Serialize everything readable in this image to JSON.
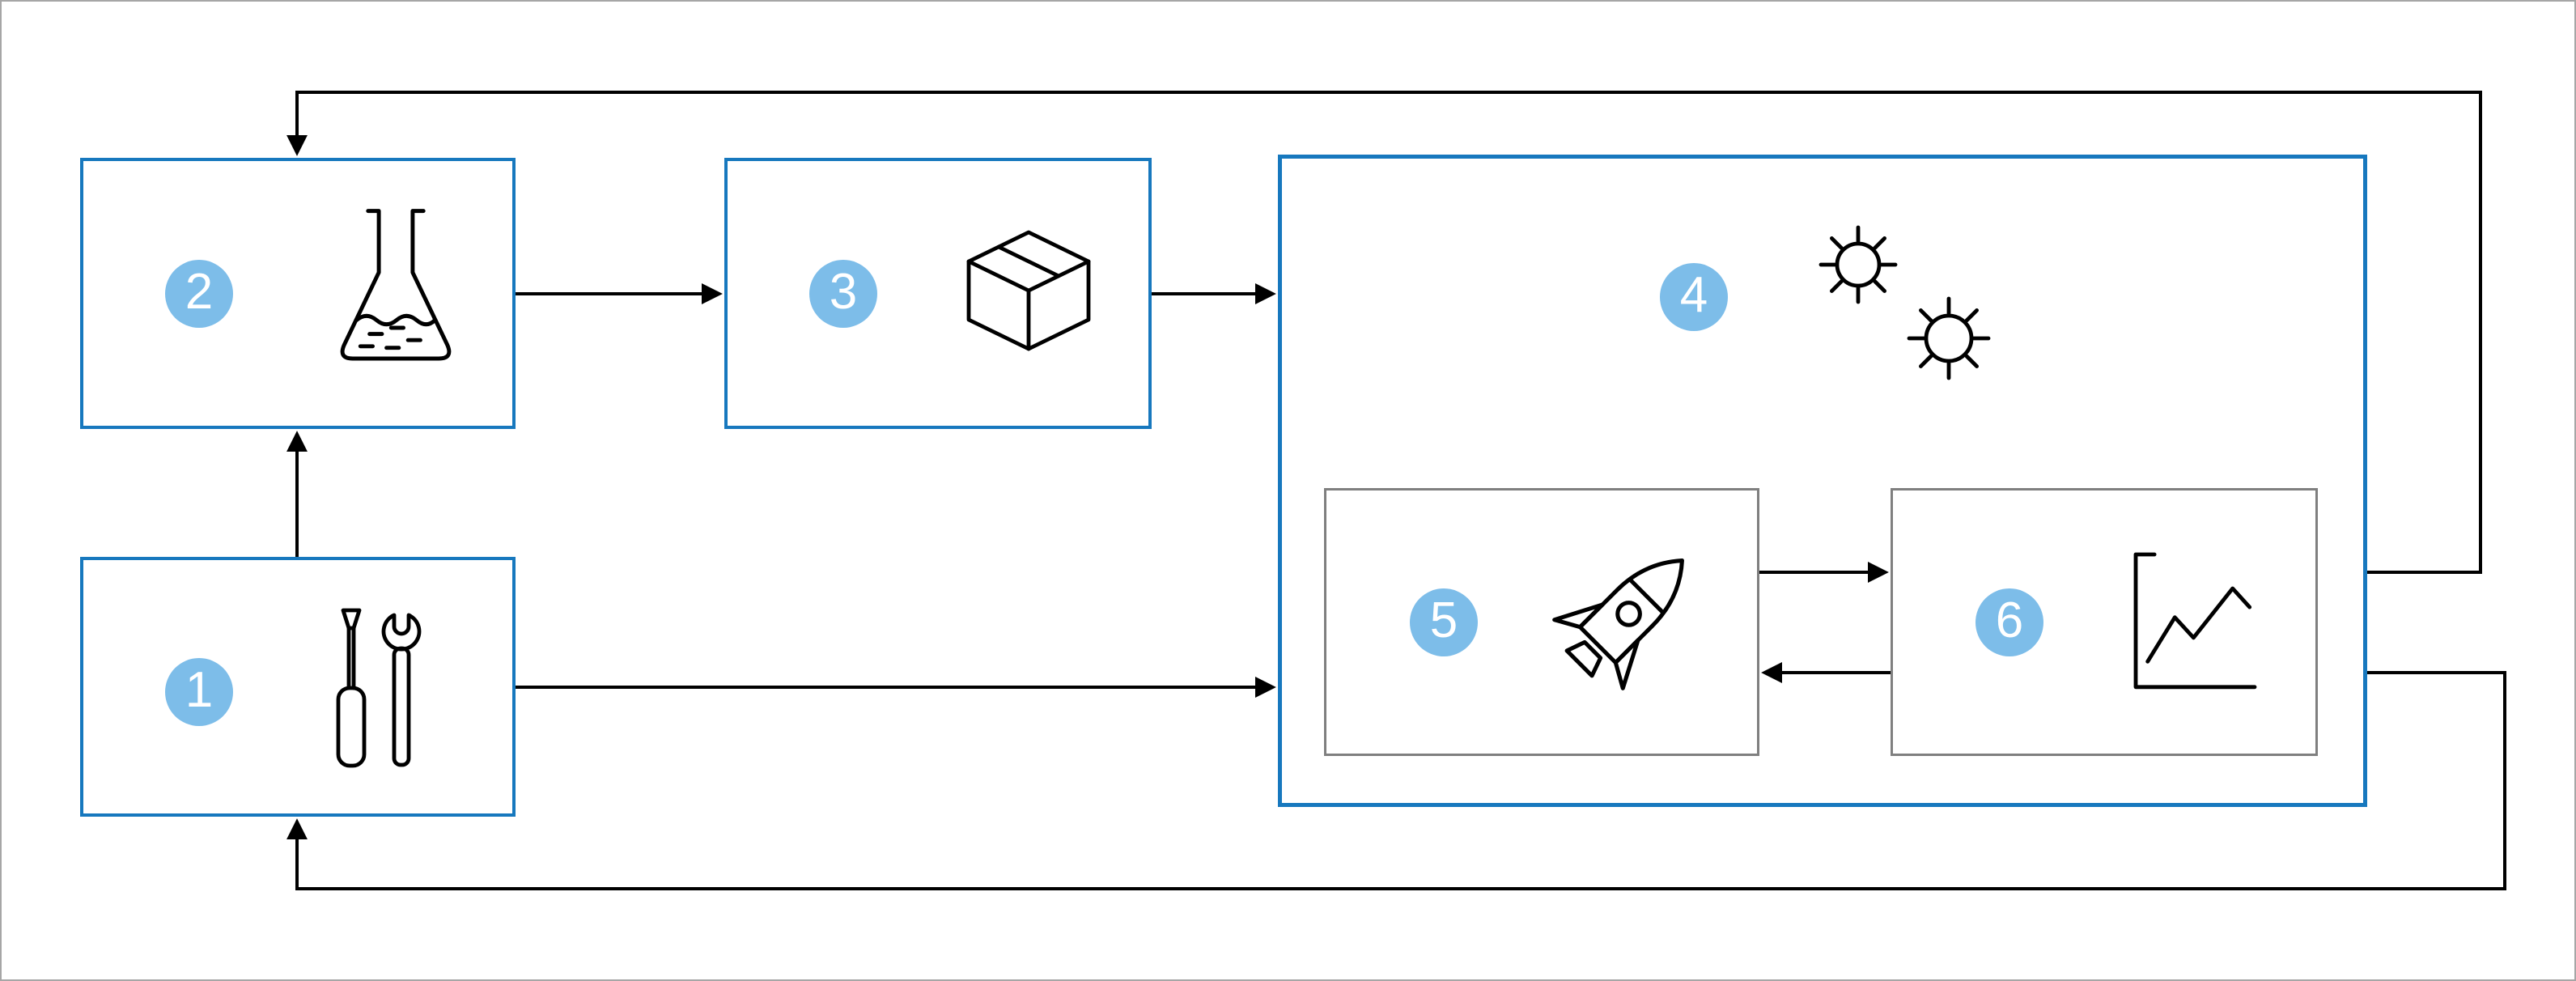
{
  "diagram": {
    "colors": {
      "background": "#ffffff",
      "frame": "#a6a6a6",
      "line": "#000000",
      "node_border": "#1778be",
      "inner_node_border": "#7f7f7f",
      "badge_fill": "#7dbde9",
      "badge_text": "#ffffff"
    },
    "nodes": [
      {
        "number": "1",
        "icon": "tools-icon"
      },
      {
        "number": "2",
        "icon": "flask-icon"
      },
      {
        "number": "3",
        "icon": "package-icon"
      },
      {
        "number": "4",
        "icon": "virus-icon"
      },
      {
        "number": "5",
        "icon": "rocket-icon"
      },
      {
        "number": "6",
        "icon": "chart-icon"
      }
    ],
    "edges": [
      {
        "from": "1",
        "to": "2"
      },
      {
        "from": "2",
        "to": "3"
      },
      {
        "from": "3",
        "to": "4"
      },
      {
        "from": "1",
        "to": "4"
      },
      {
        "from": "5",
        "to": "6"
      },
      {
        "from": "6",
        "to": "5"
      },
      {
        "from": "4",
        "to": "2",
        "type": "feedback-top"
      },
      {
        "from": "4",
        "to": "1",
        "type": "feedback-bottom"
      }
    ]
  }
}
